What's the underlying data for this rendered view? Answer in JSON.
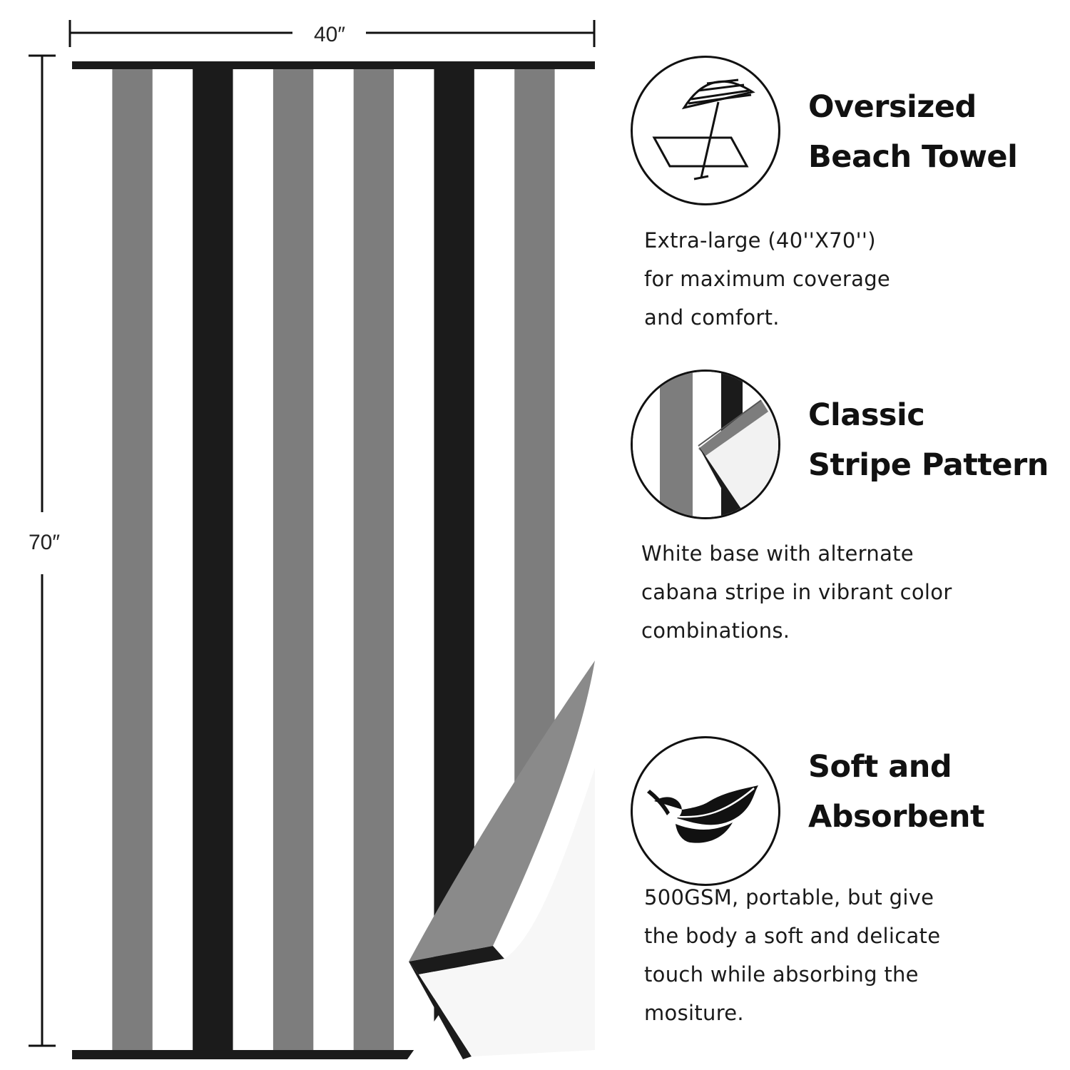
{
  "dimensions": {
    "width_label": "40″",
    "height_label": "70″"
  },
  "towel": {
    "stripe_pattern": [
      "white",
      "grey",
      "white",
      "black",
      "white",
      "grey",
      "white",
      "grey",
      "white",
      "black",
      "white",
      "grey",
      "white"
    ],
    "colors": {
      "white": "#ffffff",
      "grey": "#7d7d7d",
      "black": "#1b1b1b"
    }
  },
  "features": [
    {
      "icon": "beach-umbrella-icon",
      "title_lines": [
        "Oversized",
        "Beach Towel"
      ],
      "desc_lines": [
        "Extra-large (40''X70'')",
        "for maximum coverage",
        "and comfort."
      ]
    },
    {
      "icon": "stripe-swatch-icon",
      "title_lines": [
        "Classic",
        "Stripe Pattern"
      ],
      "desc_lines": [
        "White base with alternate",
        "cabana stripe in vibrant color",
        "combinations."
      ]
    },
    {
      "icon": "feather-icon",
      "title_lines": [
        "Soft and",
        "Absorbent"
      ],
      "desc_lines": [
        "500GSM, portable, but give",
        "the body a soft and delicate",
        "touch while absorbing the",
        "mositure."
      ]
    }
  ]
}
